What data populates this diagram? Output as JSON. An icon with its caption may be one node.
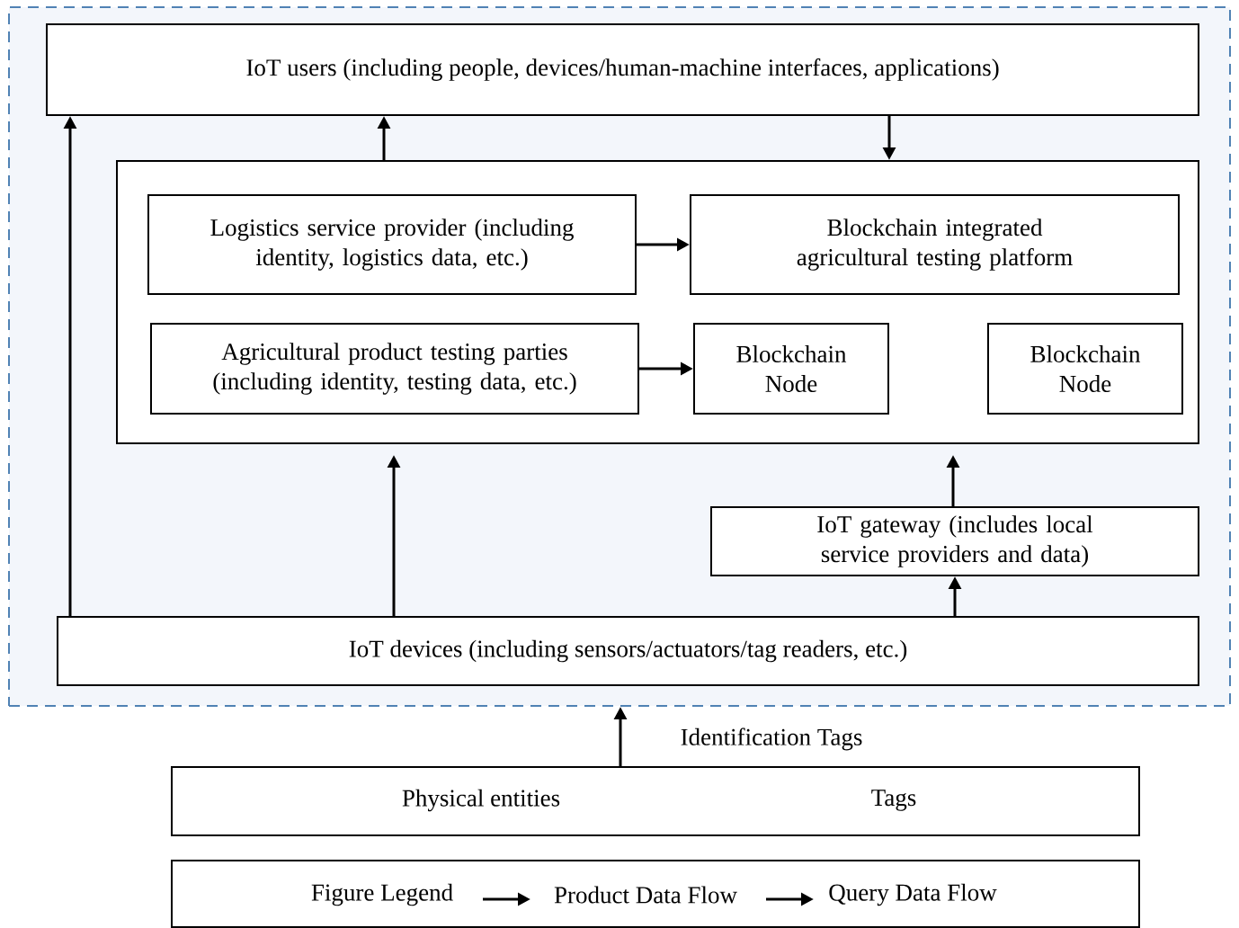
{
  "diagram": {
    "nodes": [
      {
        "text": [],
        "shape": "box"
      },
      {
        "text": [
          "IoT users (including people, devices/human-machine interfaces, applications)"
        ],
        "in": 0
      },
      {
        "text": [],
        "shape": "box",
        "in": 0
      },
      {
        "text": [
          "Logistics service provider (including identity, logistics data, etc.)"
        ],
        "in": 2
      },
      {
        "text": [
          "Blockchain integrated agricultural testing platform"
        ],
        "in": 2
      },
      {
        "text": [
          "Agricultural product testing parties (including identity, testing data, etc.)"
        ],
        "in": 2
      },
      {
        "text": [
          "Blockchain Node"
        ],
        "in": 2
      },
      {
        "text": [
          "Blockchain Node"
        ],
        "in": 2
      },
      {
        "text": [
          "IoT gateway (includes local service providers and data)"
        ],
        "in": 0
      },
      {
        "text": [
          "IoT devices (including sensors/actuators/tag readers, etc.)"
        ],
        "in": 0
      },
      {
        "text": [
          "Physical entities",
          "Tags"
        ]
      },
      {
        "text": [
          "Figure Legend"
        ]
      }
    ],
    "edges": [
      {
        "from": 9,
        "to": 1,
        "arrow": "to"
      },
      {
        "from": 2,
        "to": 1,
        "arrow": "to"
      },
      {
        "from": 1,
        "to": 2,
        "arrow": "to"
      },
      {
        "from": 3,
        "to": 4,
        "arrow": "to"
      },
      {
        "from": 5,
        "to": 6,
        "arrow": "to"
      },
      {
        "from": 9,
        "to": 2,
        "arrow": "to"
      },
      {
        "from": 8,
        "to": 2,
        "arrow": "to"
      },
      {
        "from": 9,
        "to": 8,
        "arrow": "to"
      },
      {
        "from": 10,
        "to": 0,
        "arrow": "to",
        "label": "Identification Tags"
      }
    ],
    "legend": [
      {
        "text": "Product Data Flow"
      },
      {
        "text": "Query Data Flow"
      }
    ]
  }
}
